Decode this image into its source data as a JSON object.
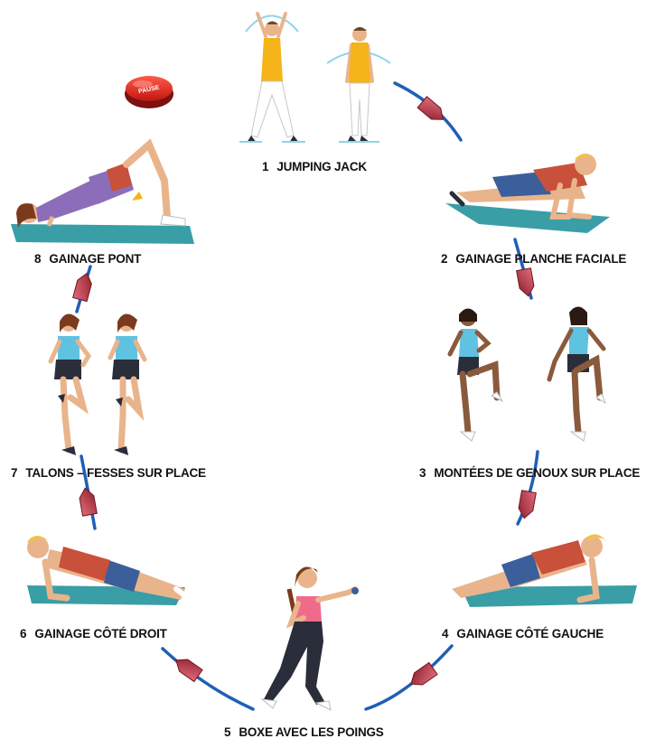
{
  "pause_button": {
    "label": "PAUSE",
    "color": "#e02020"
  },
  "colors": {
    "arrow_line": "#1f5fb8",
    "arrow_head": "#c0394b",
    "mat": "#3a9ea6",
    "mat_dark": "#2d7f87",
    "skin": "#e9b48c",
    "muscle": "#c9503a",
    "top_yellow": "#f4b41a",
    "top_blue": "#5fc2e0",
    "shorts_dark": "#2a2d3a",
    "shorts_blue": "#3b5f9a",
    "top_pink": "#f06a8a",
    "hair_blond": "#f0c24a",
    "hair_brown": "#7a3a1c"
  },
  "steps": [
    {
      "num": "1",
      "text": "JUMPING JACK",
      "icon": "jumping-jack-figures"
    },
    {
      "num": "2",
      "text": "GAINAGE PLANCHE FACIALE",
      "icon": "front-plank-figure"
    },
    {
      "num": "3",
      "text": "MONTÉES DE GENOUX SUR PLACE",
      "icon": "high-knees-figures"
    },
    {
      "num": "4",
      "text": "GAINAGE CÔTÉ GAUCHE",
      "icon": "left-side-plank-figure"
    },
    {
      "num": "5",
      "text": "BOXE AVEC LES POINGS",
      "icon": "boxing-figure"
    },
    {
      "num": "6",
      "text": "GAINAGE CÔTÉ DROIT",
      "icon": "right-side-plank-figure"
    },
    {
      "num": "7",
      "text": "TALONS – FESSES SUR PLACE",
      "icon": "butt-kicks-figures"
    },
    {
      "num": "8",
      "text": "GAINAGE PONT",
      "icon": "glute-bridge-figure"
    }
  ]
}
